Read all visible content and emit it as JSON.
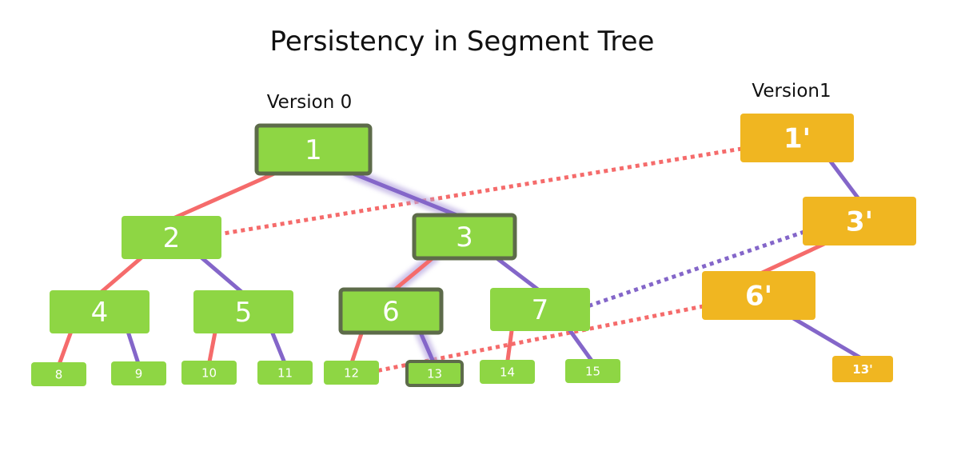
{
  "title": "Persistency in Segment Tree",
  "versions": [
    {
      "id": "v0",
      "label": "Version 0"
    },
    {
      "id": "v1",
      "label": "Version1"
    }
  ],
  "colors": {
    "node_green": "#8ed644",
    "node_border_dark": "#5d6b4a",
    "node_orange": "#f0b621",
    "edge_left": "#f56b6b",
    "edge_right": "#8466c9",
    "text_white": "#ffffff",
    "text_black": "#111111"
  },
  "nodes": [
    {
      "id": "n1",
      "label": "1",
      "version": "v0",
      "highlight": true
    },
    {
      "id": "n2",
      "label": "2",
      "version": "v0",
      "highlight": false
    },
    {
      "id": "n3",
      "label": "3",
      "version": "v0",
      "highlight": true
    },
    {
      "id": "n4",
      "label": "4",
      "version": "v0",
      "highlight": false
    },
    {
      "id": "n5",
      "label": "5",
      "version": "v0",
      "highlight": false
    },
    {
      "id": "n6",
      "label": "6",
      "version": "v0",
      "highlight": true
    },
    {
      "id": "n7",
      "label": "7",
      "version": "v0",
      "highlight": false
    },
    {
      "id": "n8",
      "label": "8",
      "version": "v0",
      "highlight": false
    },
    {
      "id": "n9",
      "label": "9",
      "version": "v0",
      "highlight": false
    },
    {
      "id": "n10",
      "label": "10",
      "version": "v0",
      "highlight": false
    },
    {
      "id": "n11",
      "label": "11",
      "version": "v0",
      "highlight": false
    },
    {
      "id": "n12",
      "label": "12",
      "version": "v0",
      "highlight": false
    },
    {
      "id": "n13",
      "label": "13",
      "version": "v0",
      "highlight": true
    },
    {
      "id": "n14",
      "label": "14",
      "version": "v0",
      "highlight": false
    },
    {
      "id": "n15",
      "label": "15",
      "version": "v0",
      "highlight": false
    },
    {
      "id": "m1",
      "label": "1'",
      "version": "v1",
      "highlight": false
    },
    {
      "id": "m3",
      "label": "3'",
      "version": "v1",
      "highlight": false
    },
    {
      "id": "m6",
      "label": "6'",
      "version": "v1",
      "highlight": false
    },
    {
      "id": "m13",
      "label": "13'",
      "version": "v1",
      "highlight": false
    }
  ],
  "edges": [
    {
      "from": "n1",
      "to": "n2",
      "kind": "left"
    },
    {
      "from": "n1",
      "to": "n3",
      "kind": "right"
    },
    {
      "from": "n2",
      "to": "n4",
      "kind": "left"
    },
    {
      "from": "n2",
      "to": "n5",
      "kind": "right"
    },
    {
      "from": "n3",
      "to": "n6",
      "kind": "left"
    },
    {
      "from": "n3",
      "to": "n7",
      "kind": "right"
    },
    {
      "from": "n4",
      "to": "n8",
      "kind": "left"
    },
    {
      "from": "n4",
      "to": "n9",
      "kind": "right"
    },
    {
      "from": "n5",
      "to": "n10",
      "kind": "left"
    },
    {
      "from": "n5",
      "to": "n11",
      "kind": "right"
    },
    {
      "from": "n6",
      "to": "n12",
      "kind": "left"
    },
    {
      "from": "n6",
      "to": "n13",
      "kind": "right"
    },
    {
      "from": "n7",
      "to": "n14",
      "kind": "left"
    },
    {
      "from": "n7",
      "to": "n15",
      "kind": "right"
    },
    {
      "from": "m1",
      "to": "m3",
      "kind": "right"
    },
    {
      "from": "m3",
      "to": "m6",
      "kind": "left"
    },
    {
      "from": "m6",
      "to": "m13",
      "kind": "right"
    }
  ],
  "links": [
    {
      "from": "m1",
      "to": "n2",
      "kind": "left"
    },
    {
      "from": "m3",
      "to": "n7",
      "kind": "right"
    },
    {
      "from": "m6",
      "to": "n12",
      "kind": "left"
    }
  ]
}
